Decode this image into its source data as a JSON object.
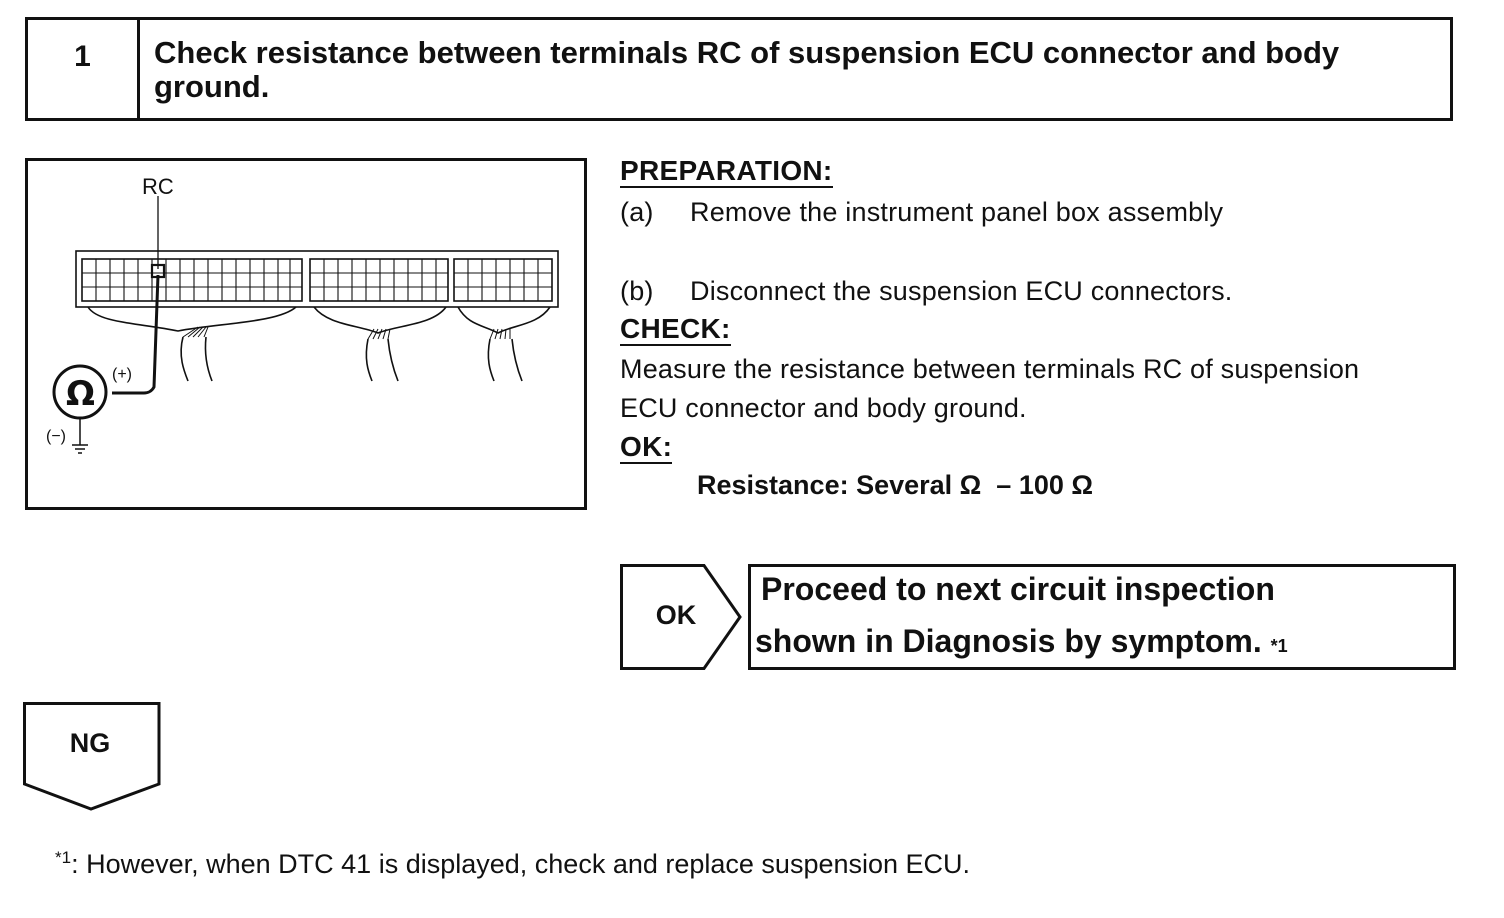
{
  "step": {
    "number": "1",
    "title": "Check resistance between terminals RC of suspension ECU connector and body ground."
  },
  "diagram": {
    "terminal_label": "RC",
    "plus_label": "(+)",
    "minus_label": "(−)",
    "ohm_symbol": "Ω"
  },
  "preparation": {
    "heading": "PREPARATION:",
    "items": [
      {
        "letter": "(a)",
        "text": "Remove the instrument panel box assembly"
      },
      {
        "letter": "(b)",
        "text": "Disconnect the suspension ECU connectors."
      }
    ]
  },
  "check": {
    "heading": "CHECK:",
    "line1": "Measure the resistance between terminals RC of suspension",
    "line2": "ECU connector and body ground."
  },
  "ok_spec": {
    "heading": "OK:",
    "text": "Resistance: Several Ω  – 100 Ω"
  },
  "ok_branch": {
    "label": "OK",
    "line1": "Proceed to next circuit  inspection",
    "line2": "shown  in Diagnosis by symptom.",
    "note_mark": "*1"
  },
  "ng_branch": {
    "label": "NG"
  },
  "footnote": {
    "mark": "*1",
    "text": ": However, when DTC 41 is displayed, check and replace suspension ECU."
  }
}
